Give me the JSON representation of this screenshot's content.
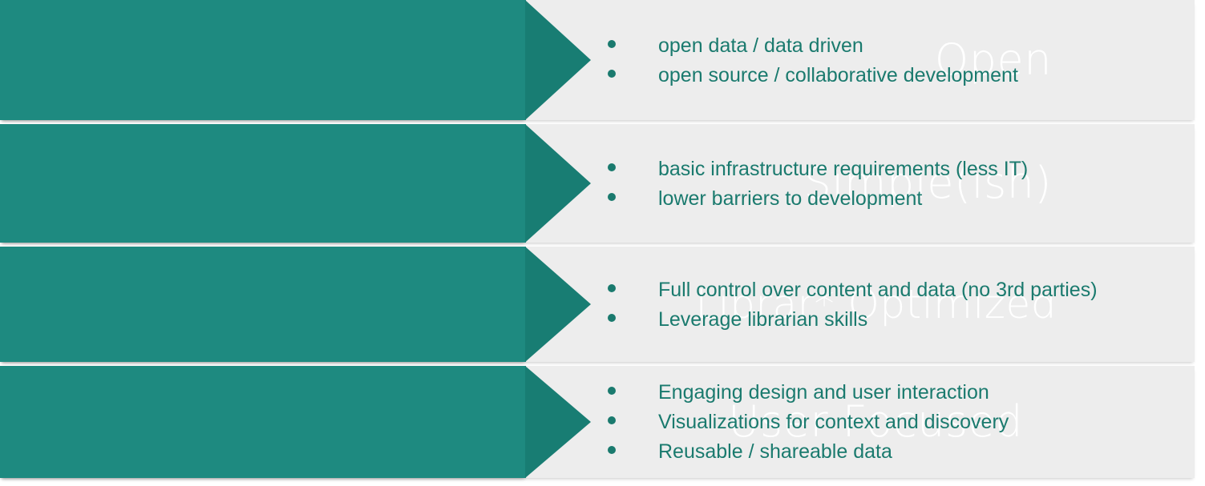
{
  "theme": {
    "chevron_body": "#1e8a80",
    "chevron_head": "#187d73",
    "panel_bg": "#ededed",
    "text_teal": "#1a7a6e",
    "label_color": "#ffffff"
  },
  "rows": [
    {
      "label": "Open",
      "bullets": [
        "open data / data driven",
        "open source / collaborative development"
      ]
    },
    {
      "label": "Simple(ish)",
      "bullets": [
        "basic infrastructure requirements (less IT)",
        "lower barriers to development"
      ]
    },
    {
      "label": "Librar* Optimized",
      "bullets": [
        "Full control over content and data (no 3rd parties)",
        "Leverage librarian skills"
      ]
    },
    {
      "label": "User Focused",
      "bullets": [
        "Engaging design and user interaction",
        "Visualizations for context and discovery",
        "Reusable / shareable data"
      ]
    }
  ]
}
